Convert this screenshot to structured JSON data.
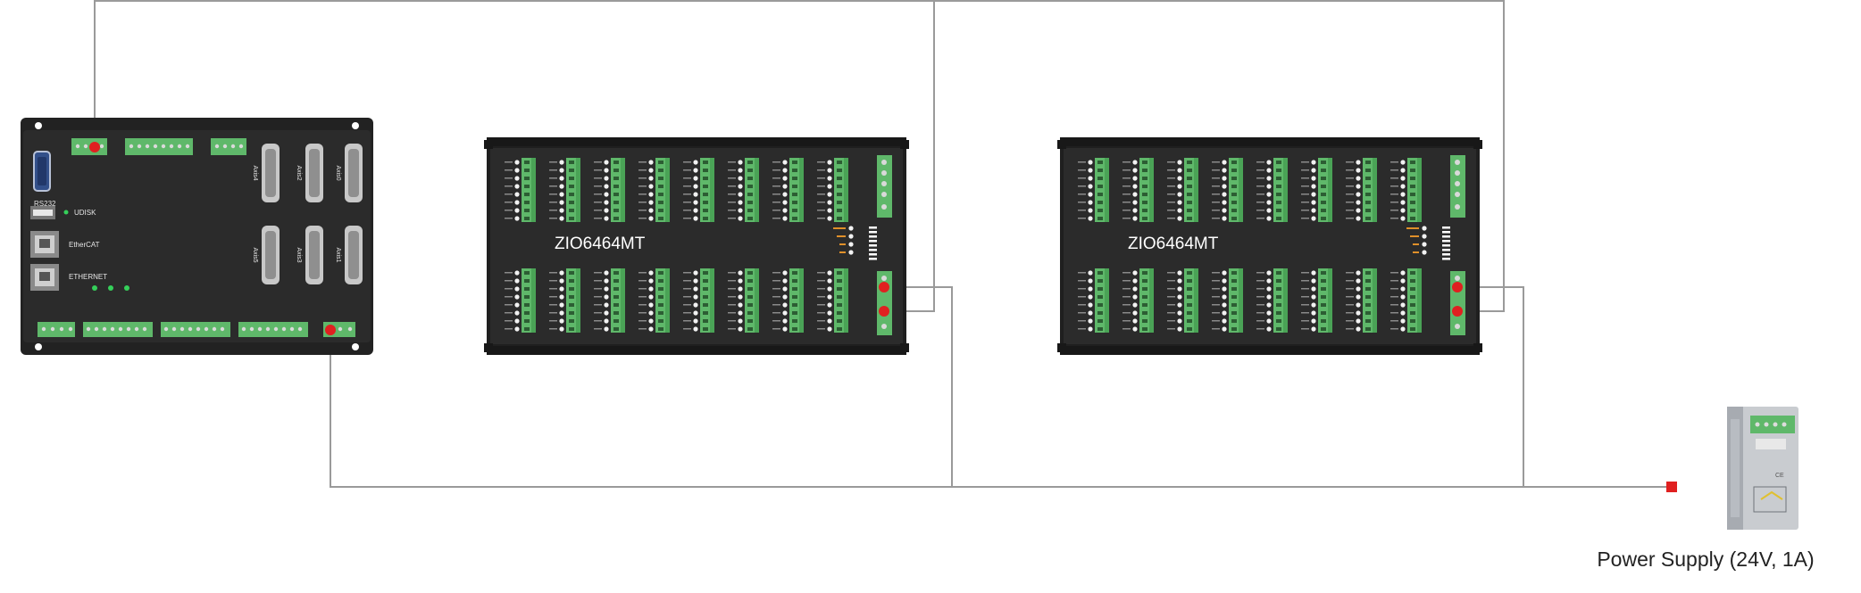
{
  "controller": {
    "rs232_label": "RS232",
    "udisk_label": "UDISK",
    "ethercat_label": "EtherCAT",
    "ethernet_label": "ETHERNET",
    "axis_labels": [
      "Axis4",
      "Axis2",
      "Axis0",
      "Axis5",
      "Axis3",
      "Axis1"
    ]
  },
  "modules": [
    {
      "title": "ZIO6464MT"
    },
    {
      "title": "ZIO6464MT"
    }
  ],
  "power_supply": {
    "label": "Power Supply (24V, 1A)"
  },
  "colors": {
    "wire": "#9a9a9a",
    "device_body": "#2b2b2b",
    "terminal_green": "#5fb86a",
    "connector_red": "#e02020",
    "psu_body": "#c9ccd0"
  }
}
